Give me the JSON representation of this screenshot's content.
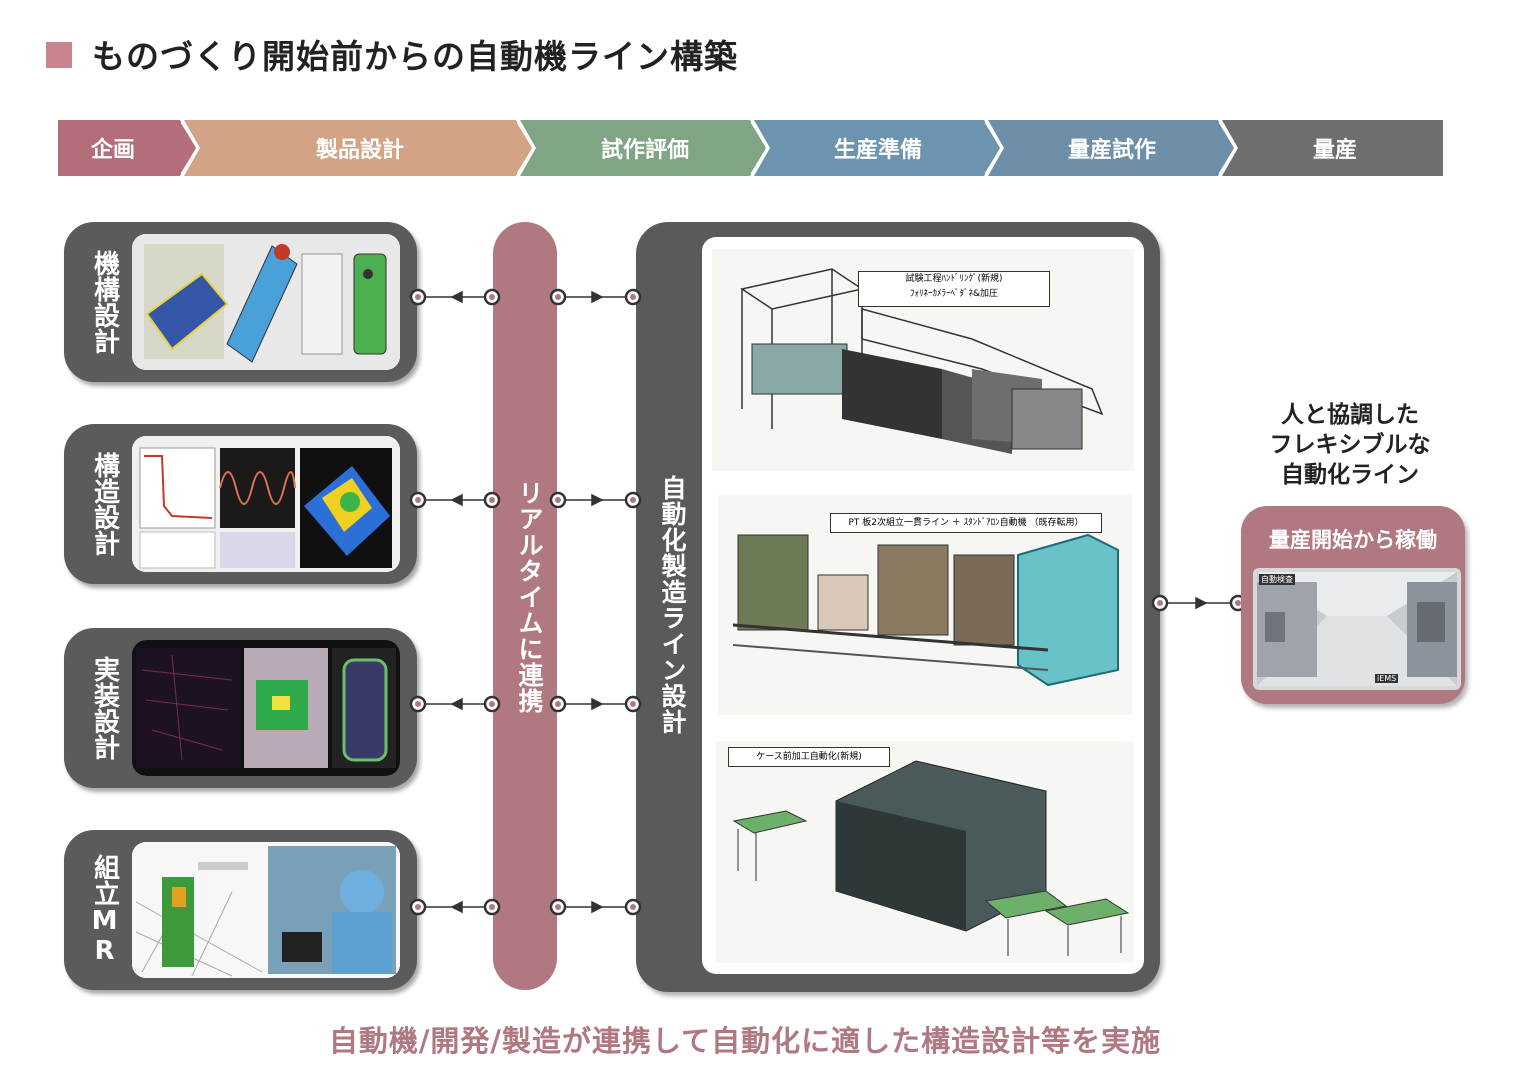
{
  "title": "ものづくり開始前からの自動機ライン構築",
  "stages": [
    "企画",
    "製品設計",
    "試作評価",
    "生産準備",
    "量産試作",
    "量産"
  ],
  "stage_colors": [
    "#b36e79",
    "#d3a385",
    "#7fa585",
    "#6c94ae",
    "#6f8fa9",
    "#6f6f6f"
  ],
  "design_boxes": [
    {
      "label": "機構設計"
    },
    {
      "label": "構造設計"
    },
    {
      "label": "実装設計"
    },
    {
      "label": "組立MR"
    }
  ],
  "realtime_label": "リアルタイムに連携",
  "line_design_label": "自動化製造ライン設計",
  "line_images": [
    {
      "caption1": "試験工程ﾊﾝﾄﾞﾘﾝｸﾞ(新規)",
      "caption2": "ﾌｫﾘﾈｰｶﾒﾗｰﾍﾞﾀﾞﾈ&加圧"
    },
    {
      "caption1": "PT 板2次組立一貫ライン ＋ ｽﾀﾝﾄﾞｱﾛﾝ自動機 （既存転用）"
    },
    {
      "caption1": "ケース前加工自動化(新規)"
    }
  ],
  "human_text": [
    "人と協調した",
    "フレキシブルな",
    "自動化ライン"
  ],
  "mass_box_title": "量産開始から稼働",
  "mass_img_text": {
    "top": "自動検査",
    "bottom": "iEMS"
  },
  "bottom_text": "自動機/開発/製造が連携して自動化に適した構造設計等を実施"
}
